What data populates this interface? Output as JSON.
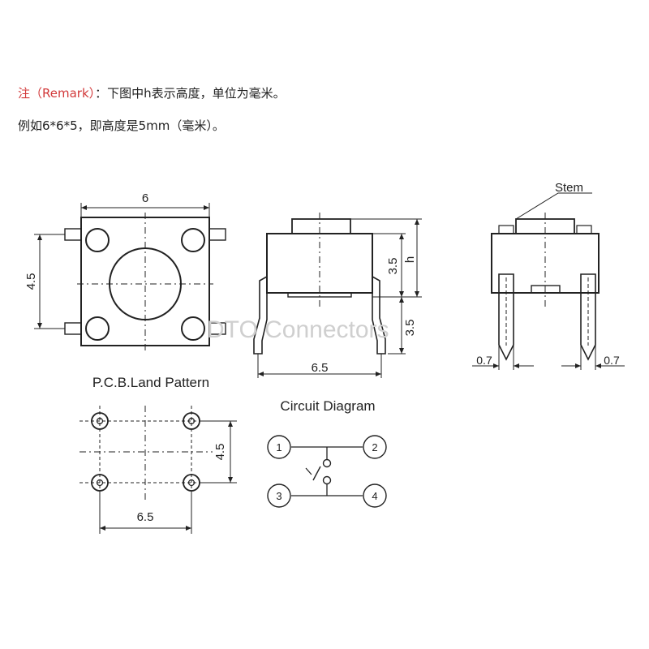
{
  "remark": {
    "label_cn": "注",
    "label_en": "（Remark）",
    "text": "：下图中h表示高度，单位为毫米。",
    "example": "例如6*6*5，即高度是5mm（毫米）。"
  },
  "top_view": {
    "width_dim": "6",
    "height_dim": "4.5"
  },
  "side_view": {
    "stem_height_dim": "3.5",
    "total_height_label": "h",
    "pin_height_dim": "3.5",
    "pin_span_dim": "6.5"
  },
  "end_view": {
    "stem_label": "Stem",
    "pin_width_left": "0.7",
    "pin_width_right": "0.7"
  },
  "pcb": {
    "title": "P.C.B.Land Pattern",
    "row_spacing_dim": "4.5",
    "col_spacing_dim": "6.5"
  },
  "circuit": {
    "title": "Circuit Diagram",
    "terminals": [
      "1",
      "2",
      "3",
      "4"
    ]
  },
  "watermark": "DTO Connectors",
  "colors": {
    "remark_red": "#d2393a",
    "line": "#222222",
    "watermark": "#cfcfcf"
  }
}
